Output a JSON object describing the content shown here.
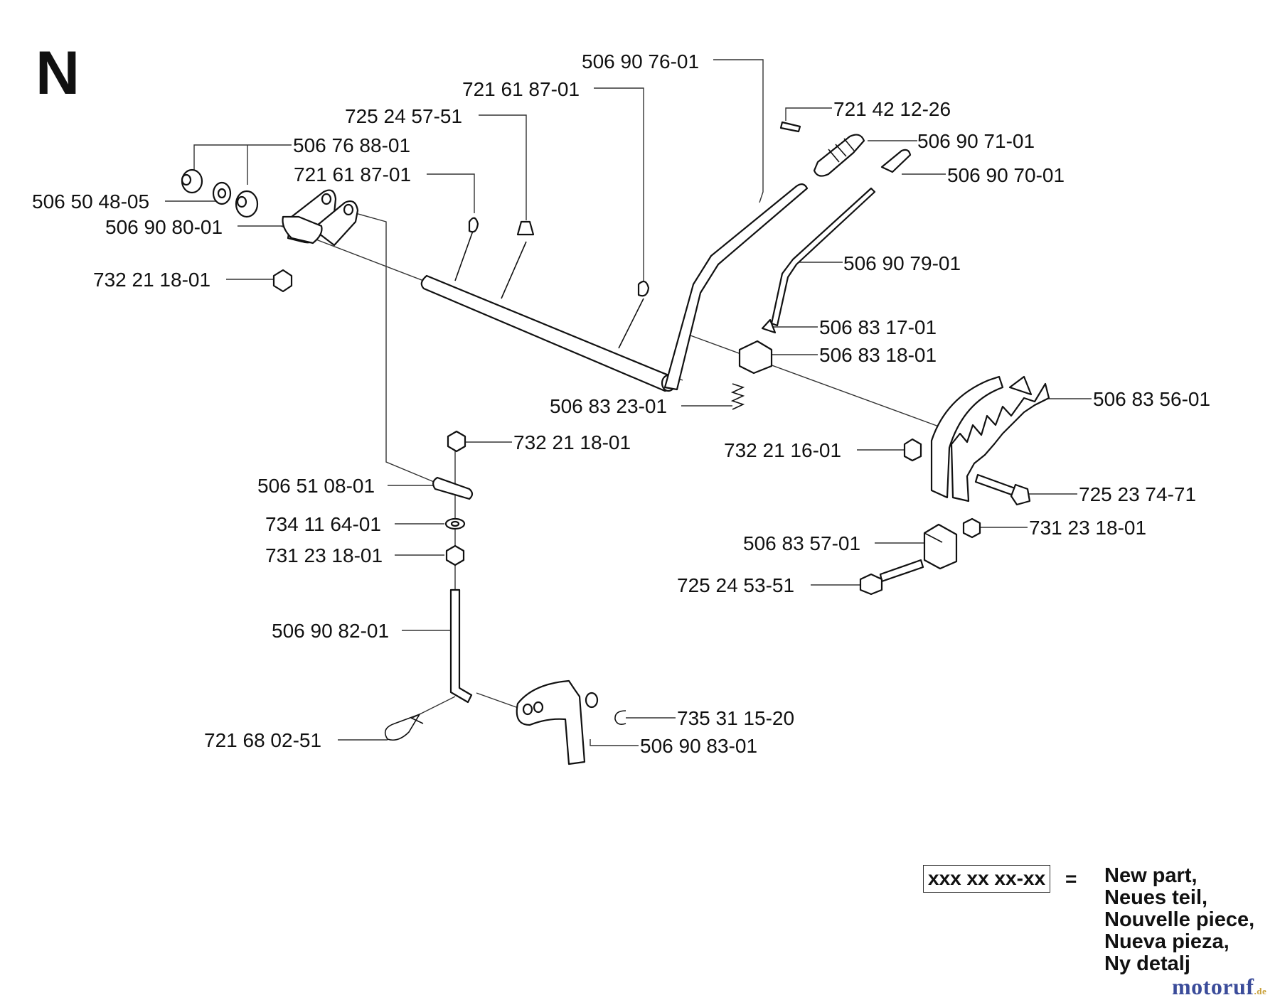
{
  "section_letter": "N",
  "parts": [
    {
      "id": "p1",
      "number": "506 90 76-01"
    },
    {
      "id": "p2",
      "number": "721 61 87-01"
    },
    {
      "id": "p3",
      "number": "725 24 57-51"
    },
    {
      "id": "p4",
      "number": "506 76 88-01"
    },
    {
      "id": "p5",
      "number": "721 61 87-01"
    },
    {
      "id": "p6",
      "number": "506 50 48-05"
    },
    {
      "id": "p7",
      "number": "506 90 80-01"
    },
    {
      "id": "p8",
      "number": "732 21 18-01"
    },
    {
      "id": "p9",
      "number": "721 42 12-26"
    },
    {
      "id": "p10",
      "number": "506 90 71-01"
    },
    {
      "id": "p11",
      "number": "506 90 70-01"
    },
    {
      "id": "p12",
      "number": "506 90 79-01"
    },
    {
      "id": "p13",
      "number": "506 83 17-01"
    },
    {
      "id": "p14",
      "number": "506 83 18-01"
    },
    {
      "id": "p15",
      "number": "506 83 23-01"
    },
    {
      "id": "p16",
      "number": "506 83 56-01"
    },
    {
      "id": "p17",
      "number": "732 21 18-01"
    },
    {
      "id": "p18",
      "number": "732 21 16-01"
    },
    {
      "id": "p19",
      "number": "506 51 08-01"
    },
    {
      "id": "p20",
      "number": "725 23 74-71"
    },
    {
      "id": "p21",
      "number": "734 11 64-01"
    },
    {
      "id": "p22",
      "number": "731 23 18-01"
    },
    {
      "id": "p23",
      "number": "506 83 57-01"
    },
    {
      "id": "p24",
      "number": "731 23 18-01"
    },
    {
      "id": "p25",
      "number": "725 24 53-51"
    },
    {
      "id": "p26",
      "number": "506 90 82-01"
    },
    {
      "id": "p27",
      "number": "735 31 15-20"
    },
    {
      "id": "p28",
      "number": "721 68 02-51"
    },
    {
      "id": "p29",
      "number": "506 90 83-01"
    }
  ],
  "legend": {
    "code": "xxx xx xx-xx",
    "equals": "=",
    "lines": [
      "New part,",
      "Neues teil,",
      "Nouvelle piece,",
      "Nueva pieza,",
      "Ny detalj"
    ]
  },
  "watermark": {
    "name": "motoruf",
    "tld": ".de"
  }
}
